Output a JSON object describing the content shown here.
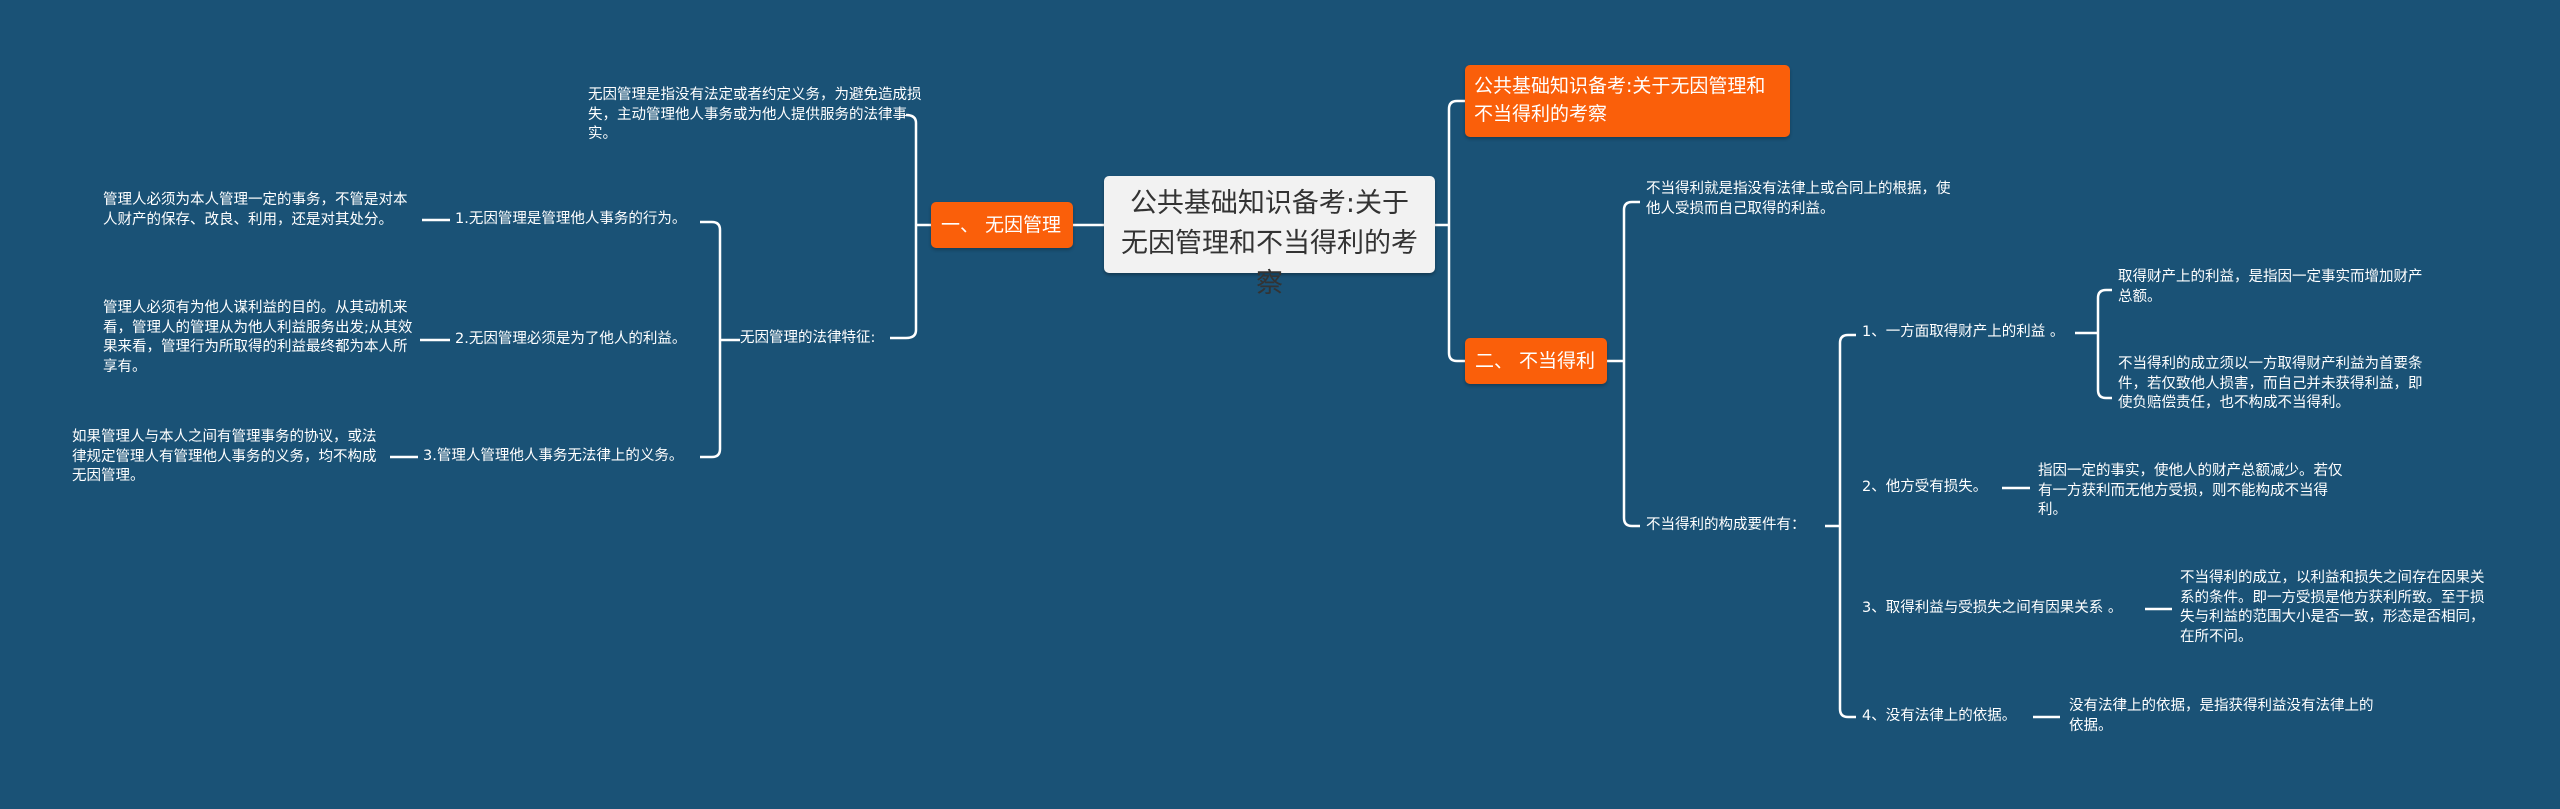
{
  "center": "公共基础知识备考:关于无因管理和不当得利的考察",
  "title_node": "公共基础知识备考:关于无因管理和不当得利的考察",
  "colors": {
    "background": "#1a5276",
    "accent": "#fa5f0a",
    "center": "#f2f2f2"
  },
  "left": {
    "branch": "一、 无因管理",
    "definition": "无因管理是指没有法定或者约定义务，为避免造成损失，主动管理他人事务或为他人提供服务的法律事实。",
    "features_label": "无因管理的法律特征:",
    "features": [
      {
        "label": "1.无因管理是管理他人事务的行为。",
        "detail": "管理人必须为本人管理一定的事务，不管是对本人财产的保存、改良、利用，还是对其处分。"
      },
      {
        "label": "2.无因管理必须是为了他人的利益。",
        "detail": "管理人必须有为他人谋利益的目的。从其动机来看，管理人的管理从为他人利益服务出发;从其效果来看，管理行为所取得的利益最终都为本人所享有。"
      },
      {
        "label": "3.管理人管理他人事务无法律上的义务。",
        "detail": "如果管理人与本人之间有管理事务的协议，或法律规定管理人有管理他人事务的义务，均不构成无因管理。"
      }
    ]
  },
  "right": {
    "branch": "二、 不当得利",
    "definition": "不当得利就是指没有法律上或合同上的根据，使他人受损而自己取得的利益。",
    "elements_label": "不当得利的构成要件有：",
    "elements": [
      {
        "label": "1、一方面取得财产上的利益 。",
        "details": [
          "取得财产上的利益，是指因一定事实而增加财产总额。",
          "不当得利的成立须以一方取得财产利益为首要条件，若仅致他人损害，而自己并未获得利益，即使负赔偿责任，也不构成不当得利。"
        ]
      },
      {
        "label": "2、他方受有损失。",
        "details": [
          "指因一定的事实，使他人的财产总额减少。若仅有一方获利而无他方受损，则不能构成不当得利。"
        ]
      },
      {
        "label": "3、取得利益与受损失之间有因果关系 。",
        "details": [
          "不当得利的成立，以利益和损失之间存在因果关系的条件。即一方受损是他方获利所致。至于损失与利益的范围大小是否一致，形态是否相同，在所不问。"
        ]
      },
      {
        "label": "4、没有法律上的依据。",
        "details": [
          "没有法律上的依据，是指获得利益没有法律上的依据。"
        ]
      }
    ]
  }
}
